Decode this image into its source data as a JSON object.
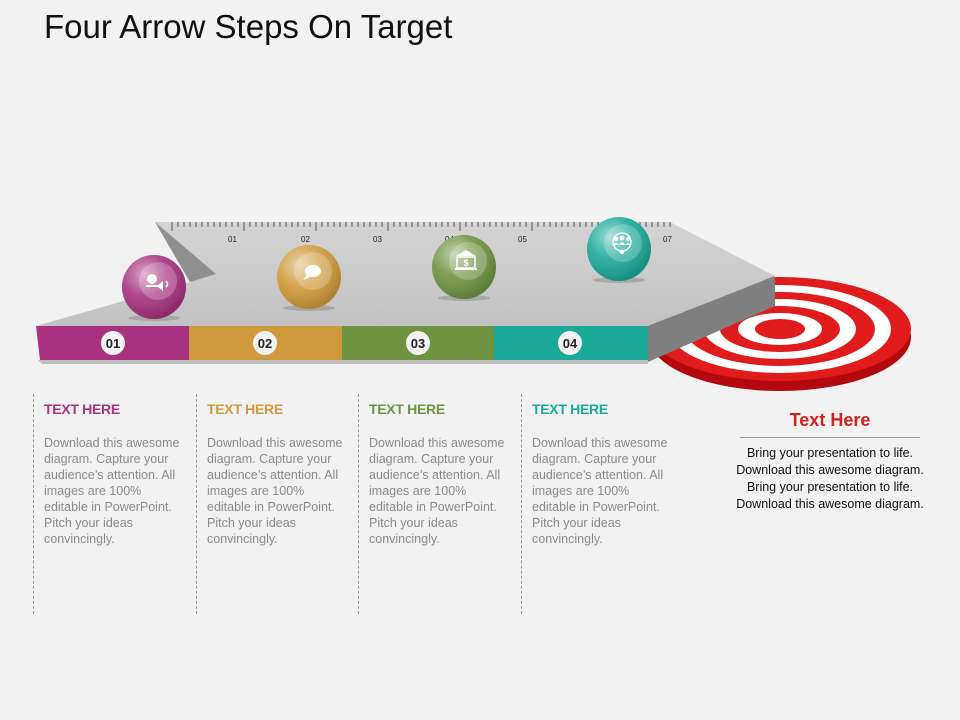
{
  "title": "Four Arrow Steps On Target",
  "ruler": {
    "labels": [
      "01",
      "02",
      "03",
      "04",
      "05",
      "07"
    ]
  },
  "steps": [
    {
      "number": "01",
      "color": "#a8327f",
      "icon": "megaphone-icon",
      "heading": "TEXT HERE",
      "body": "Download this awesome diagram. Capture your audience’s attention. All images are 100% editable in PowerPoint. Pitch your ideas convincingly."
    },
    {
      "number": "02",
      "color": "#cf9a3b",
      "icon": "chat-bubble-icon",
      "heading": "TEXT HERE",
      "body": "Download this awesome diagram. Capture your audience’s attention. All images are 100% editable in PowerPoint. Pitch your ideas convincingly."
    },
    {
      "number": "03",
      "color": "#6e9442",
      "icon": "bank-dollar-icon",
      "heading": "TEXT HERE",
      "body": "Download this awesome diagram. Capture your audience’s attention. All images are 100% editable in PowerPoint. Pitch your ideas convincingly."
    },
    {
      "number": "04",
      "color": "#1ba99a",
      "icon": "team-icon",
      "heading": "TEXT HERE",
      "body": "Download this awesome diagram. Capture your audience’s attention. All images are 100% editable in PowerPoint. Pitch your ideas convincingly."
    }
  ],
  "target": {
    "heading": "Text Here",
    "body": "Bring your presentation to life. Download this awesome diagram. Bring your presentation to life. Download this awesome diagram.",
    "color": "#e01b1b"
  },
  "colors": {
    "arrow_top": "#cbcbcb",
    "arrow_side": "#8a8a8a"
  }
}
